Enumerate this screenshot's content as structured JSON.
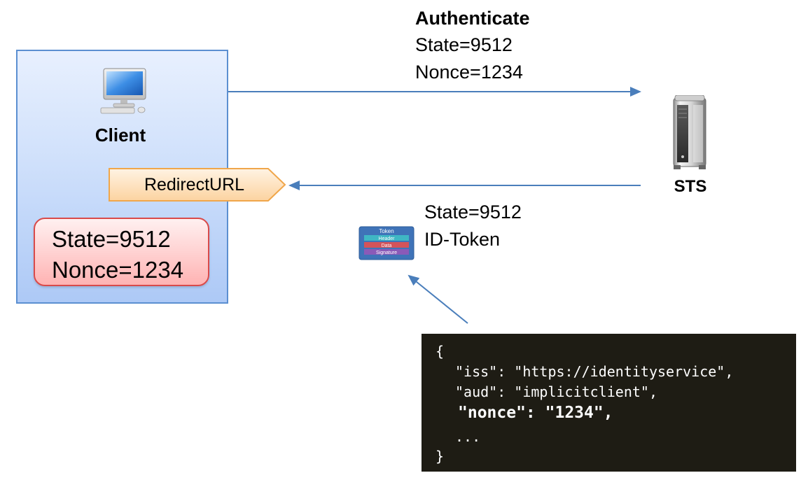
{
  "client": {
    "label": "Client",
    "icon": "desktop-computer-icon",
    "redirect_label": "RedirectURL",
    "state": "State=9512",
    "nonce": "Nonce=1234"
  },
  "authenticate": {
    "title": "Authenticate",
    "state": "State=9512",
    "nonce": "Nonce=1234"
  },
  "sts": {
    "label": "STS",
    "icon": "server-tower-icon"
  },
  "response": {
    "state": "State=9512",
    "id_token": "ID-Token",
    "token_icon": {
      "title": "Token",
      "header": "Header",
      "data": "Data",
      "signature": "Signature"
    }
  },
  "code": {
    "open_brace": "{",
    "iss_line": "\"iss\": \"https://identityservice\",",
    "aud_line": "\"aud\": \"implicitclient\",",
    "nonce_line": "\"nonce\": \"1234\",",
    "ellipsis": "...",
    "close_brace": "}"
  },
  "colors": {
    "arrow": "#4a7ebb",
    "client_panel_border": "#5b8fd1",
    "redirect_border": "#f0a64a",
    "state_box_border": "#d94a4a",
    "code_background": "#1e1c14"
  }
}
